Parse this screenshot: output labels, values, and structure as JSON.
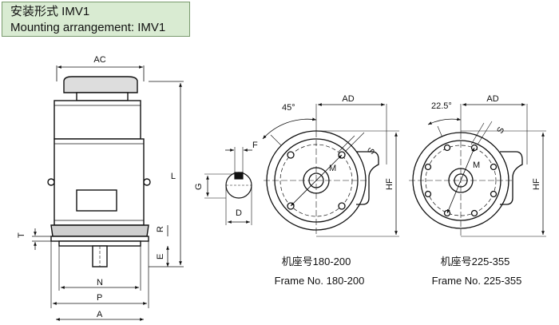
{
  "header": {
    "title_cn": "安装形式 IMV1",
    "title_en": "Mounting arrangement: IMV1"
  },
  "side_view": {
    "dims": {
      "AC": "AC",
      "L": "L",
      "T": "T",
      "R": "R",
      "E": "E",
      "N": "N",
      "P": "P",
      "A": "A"
    }
  },
  "shaft_section": {
    "dims": {
      "F": "F",
      "G": "G",
      "D": "D"
    }
  },
  "flange_180": {
    "angle": "45°",
    "dims": {
      "AD": "AD",
      "S": "S",
      "M": "M",
      "HF": "HF"
    },
    "caption_cn": "机座号180-200",
    "caption_en": "Frame No. 180-200"
  },
  "flange_225": {
    "angle": "22.5°",
    "dims": {
      "AD": "AD",
      "S": "S",
      "M": "M",
      "HF": "HF"
    },
    "caption_cn": "机座号225-355",
    "caption_en": "Frame No. 225-355"
  }
}
